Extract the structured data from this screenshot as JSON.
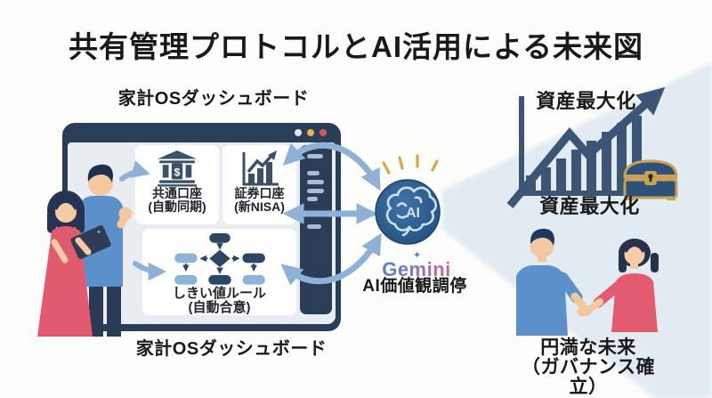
{
  "title": "共有管理プロトコルとAI活用による未来図",
  "dashboard": {
    "label_top": "家計OSダッシュボード",
    "label_bottom": "家計OSダッシュボード",
    "cards": {
      "bank": {
        "line1": "共通口座",
        "line2": "(自動同期)",
        "symbol": "$"
      },
      "securities": {
        "line1": "証券口座",
        "line2": "(新NISA)"
      },
      "rules": {
        "line1": "しきい値ルール",
        "line2": "(自動合意)"
      }
    }
  },
  "ai": {
    "badge": "AI",
    "brand": "Gemini",
    "sparkle": "✦",
    "caption": "AI価値観調停"
  },
  "outcomes": {
    "asset_top": "資産最大化",
    "asset_bottom": "資産最大化",
    "future_line1": "円満な未来",
    "future_line2": "（ガバナンス確立）"
  },
  "colors": {
    "navy": "#2b3e58",
    "icon_navy": "#3a5168",
    "arrow_blue": "#8fb1d5",
    "flow_light_blue": "#8fb3d6",
    "beam": "#dce6f1",
    "chart_slate": "#3b5674",
    "gold": "#c9a155",
    "ray_gold": "#d9a742",
    "ai_circle": "#2c5c8e",
    "gemini_blue": "#4d7fd0",
    "gemini_pink": "#cf6d82",
    "man_shirt": "#5c90ca",
    "woman_dress": "#e25b6e",
    "skin": "#f3c8a0"
  }
}
